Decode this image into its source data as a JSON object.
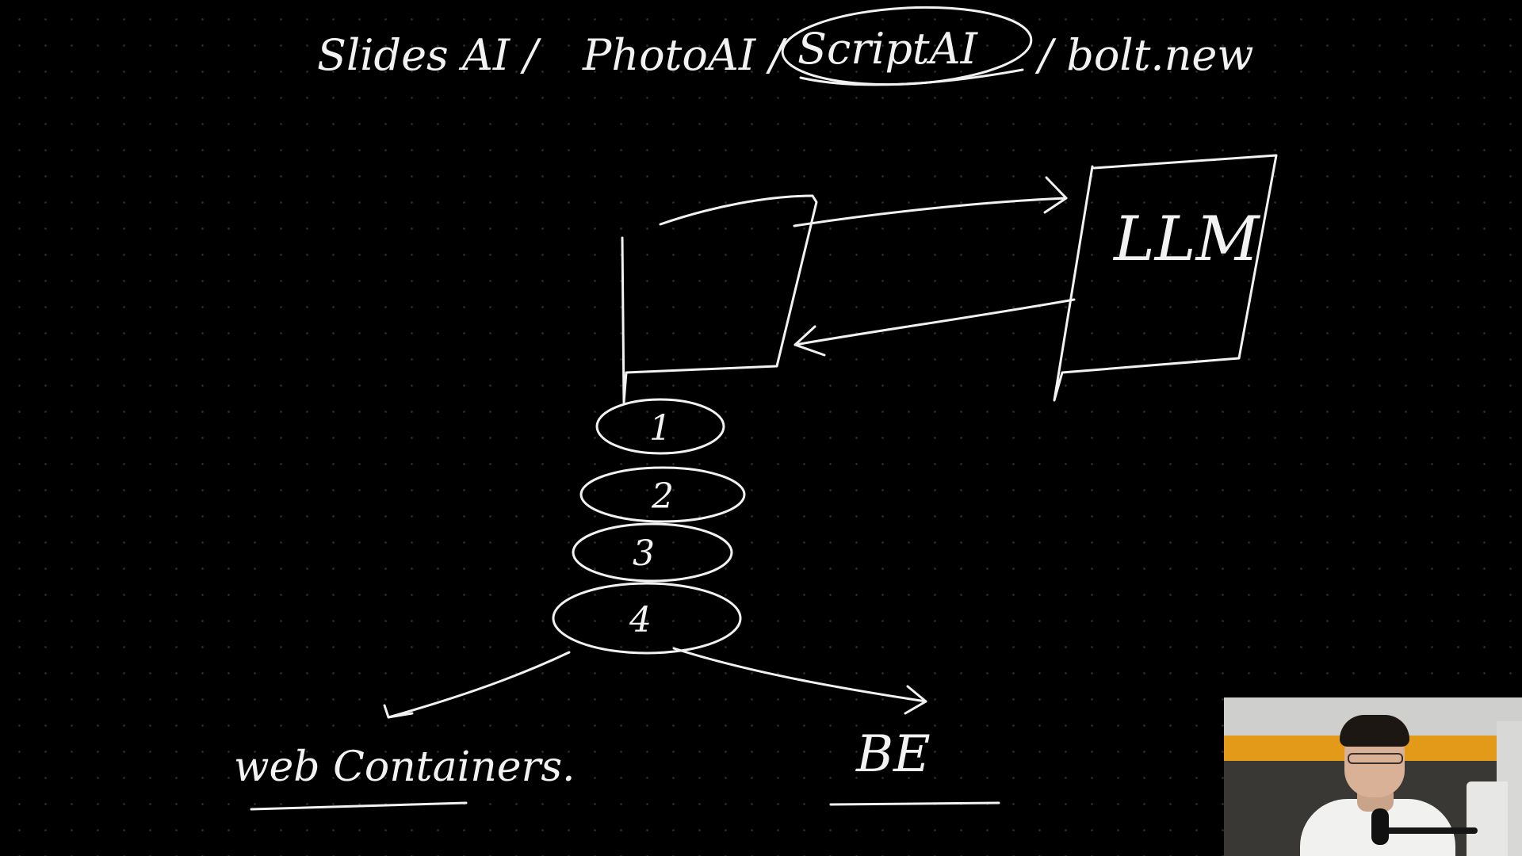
{
  "header": {
    "part1": "Slides AI /",
    "part2": "PhotoAI /",
    "part3": "ScriptAI",
    "part4": "/ bolt.new"
  },
  "llm_box_label": "LLM",
  "containers": [
    "1",
    "2",
    "3",
    "4"
  ],
  "branch_left_label": "web Containers.",
  "branch_right_label": "BE",
  "colors": {
    "background": "#000000",
    "ink": "#f2f2f2",
    "grid_dot": "#2a2a2a"
  },
  "icons": {
    "webcam": "presenter-webcam-icon"
  }
}
